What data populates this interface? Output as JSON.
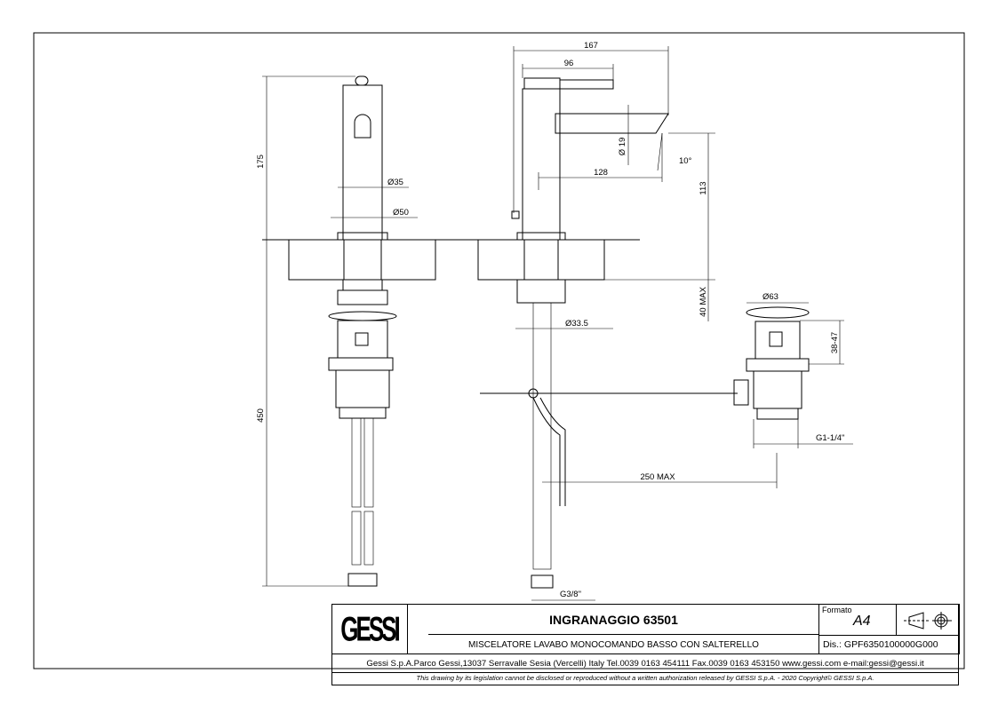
{
  "drawing": {
    "dimensions": {
      "d175": "175",
      "d450": "450",
      "d35": "Ø35",
      "d50": "Ø50",
      "d167": "167",
      "d96": "96",
      "d19": "Ø 19",
      "d128": "128",
      "d10": "10°",
      "d113": "113",
      "d40max": "40 MAX",
      "d33_5": "Ø33.5",
      "d63": "Ø63",
      "d38_47": "38-47",
      "dG114": "G1-1/4\"",
      "d250max": "250 MAX",
      "dG38": "G3/8\""
    }
  },
  "title_block": {
    "logo": "GESSI",
    "title": "INGRANAGGIO 63501",
    "subtitle": "MISCELATORE LAVABO MONOCOMANDO BASSO CON SALTERELLO",
    "format_label": "Formato",
    "format_value": "A4",
    "projection_icon": "first-angle-projection-icon",
    "drawing_number": "Dis.: GPF6350100000G000",
    "address": "Gessi S.p.A.Parco Gessi,13037 Serravalle Sesia (Vercelli) Italy Tel.0039 0163 454111 Fax.0039 0163 453150 www.gessi.com e-mail:gessi@gessi.it",
    "disclaimer": "This drawing by its legislation cannot be disclosed or reproduced without a written authorization released by GESSI S.p.A. - 2020 Copyright© GESSI S.p.A."
  }
}
